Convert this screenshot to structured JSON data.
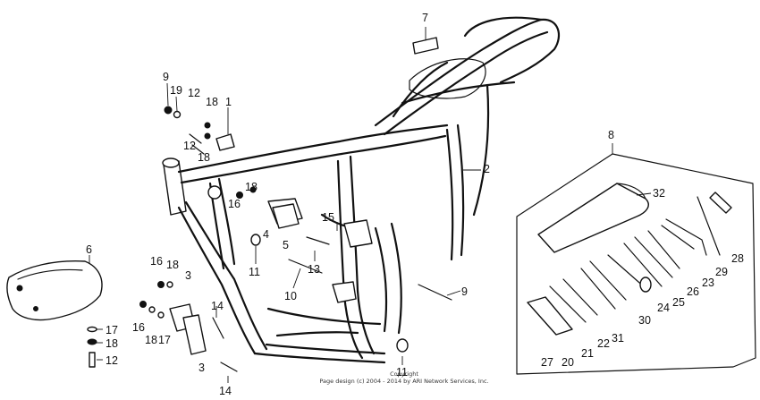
{
  "callouts": [
    {
      "id": "c7",
      "text": "7"
    },
    {
      "id": "c9a",
      "text": "9"
    },
    {
      "id": "c19",
      "text": "19"
    },
    {
      "id": "c12a",
      "text": "12"
    },
    {
      "id": "c18a",
      "text": "18"
    },
    {
      "id": "c1",
      "text": "1"
    },
    {
      "id": "c12b",
      "text": "12"
    },
    {
      "id": "c18b",
      "text": "18"
    },
    {
      "id": "c8",
      "text": "8"
    },
    {
      "id": "c2",
      "text": "2"
    },
    {
      "id": "c32",
      "text": "32"
    },
    {
      "id": "c18c",
      "text": "18"
    },
    {
      "id": "c16a",
      "text": "16"
    },
    {
      "id": "c4",
      "text": "4"
    },
    {
      "id": "c5",
      "text": "5"
    },
    {
      "id": "c15",
      "text": "15"
    },
    {
      "id": "c11a",
      "text": "11"
    },
    {
      "id": "c13",
      "text": "13"
    },
    {
      "id": "c6",
      "text": "6"
    },
    {
      "id": "c16b",
      "text": "16"
    },
    {
      "id": "c18d",
      "text": "18"
    },
    {
      "id": "c3a",
      "text": "3"
    },
    {
      "id": "c10",
      "text": "10"
    },
    {
      "id": "c9b",
      "text": "9"
    },
    {
      "id": "c28",
      "text": "28"
    },
    {
      "id": "c29",
      "text": "29"
    },
    {
      "id": "c23",
      "text": "23"
    },
    {
      "id": "c26",
      "text": "26"
    },
    {
      "id": "c25",
      "text": "25"
    },
    {
      "id": "c24",
      "text": "24"
    },
    {
      "id": "c30",
      "text": "30"
    },
    {
      "id": "c31",
      "text": "31"
    },
    {
      "id": "c22",
      "text": "22"
    },
    {
      "id": "c21",
      "text": "21"
    },
    {
      "id": "c20",
      "text": "20"
    },
    {
      "id": "c27",
      "text": "27"
    },
    {
      "id": "c14a",
      "text": "14"
    },
    {
      "id": "c16c",
      "text": "16"
    },
    {
      "id": "c18e",
      "text": "18"
    },
    {
      "id": "c17a",
      "text": "17"
    },
    {
      "id": "c17b",
      "text": "17"
    },
    {
      "id": "c18f",
      "text": "18"
    },
    {
      "id": "c12c",
      "text": "12"
    },
    {
      "id": "c3b",
      "text": "3"
    },
    {
      "id": "c14b",
      "text": "14"
    },
    {
      "id": "c11b",
      "text": "11"
    }
  ],
  "copyright": {
    "line1": "Copyright",
    "line2": "Page design (c) 2004 - 2014 by ARI Network Services, Inc."
  },
  "colors": {
    "ink": "#111111",
    "background": "#ffffff"
  }
}
